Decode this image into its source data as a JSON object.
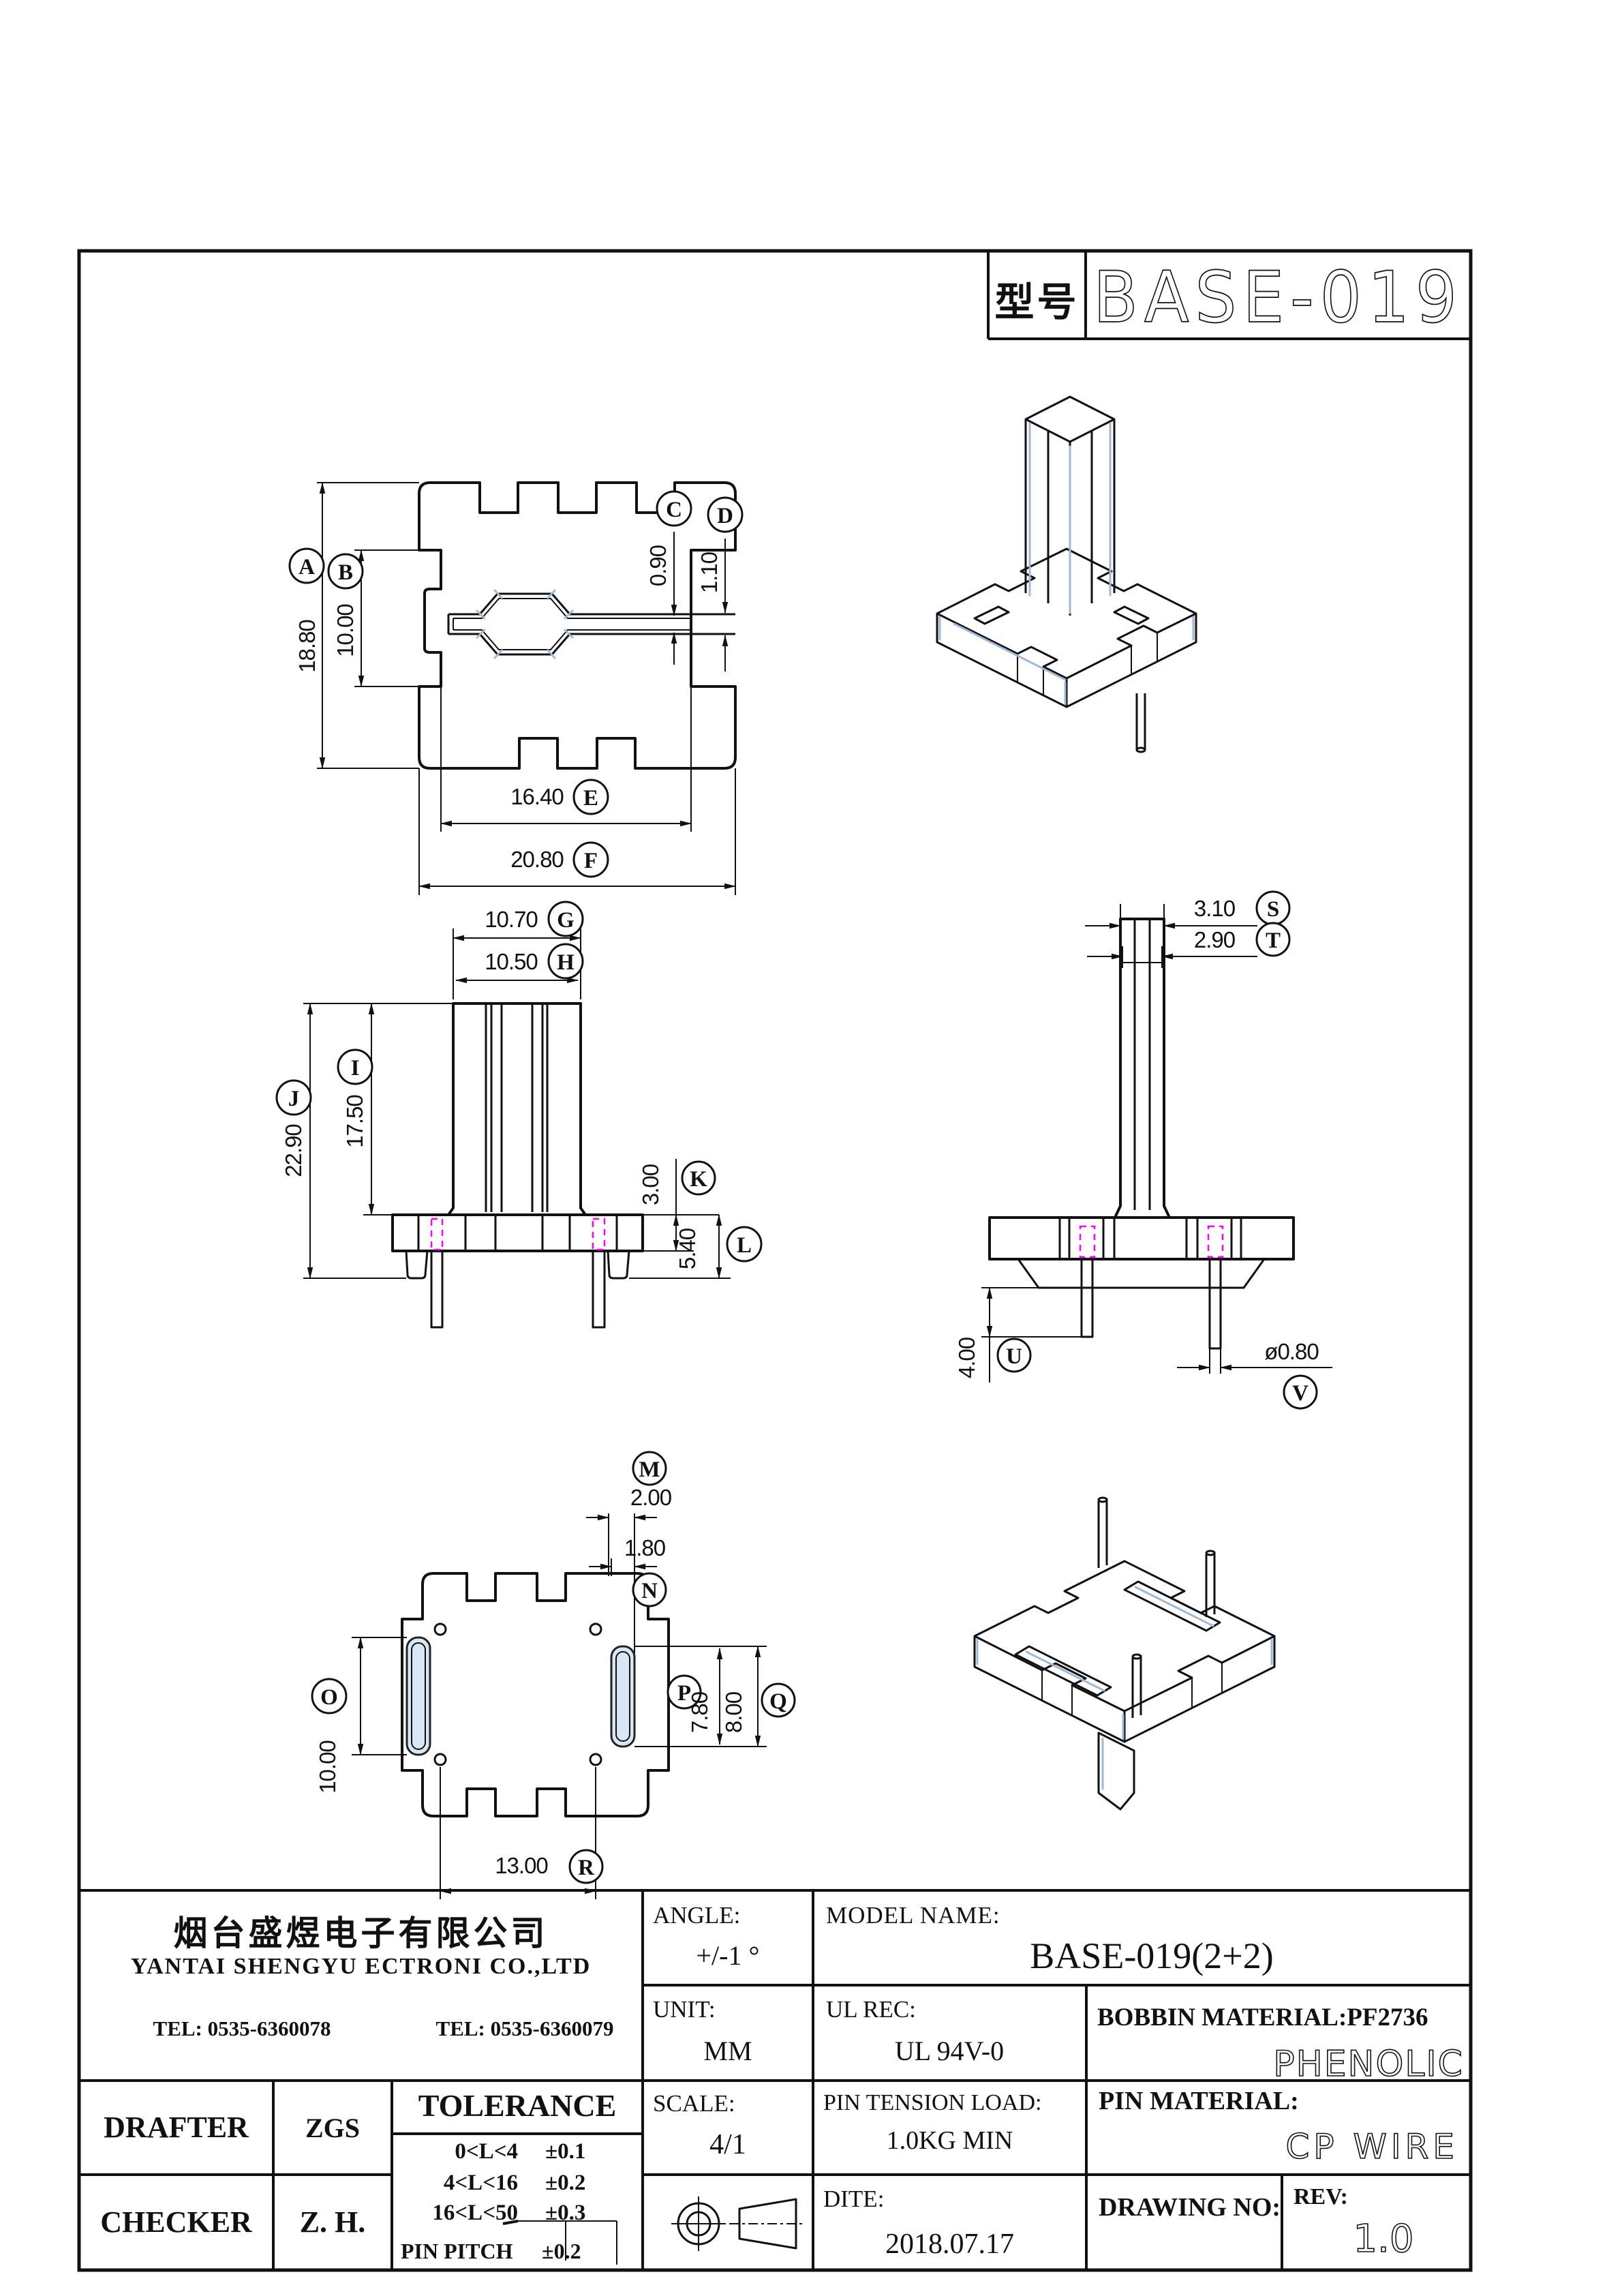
{
  "title_block": {
    "model_label": "型号",
    "model_value": "BASE-019"
  },
  "dims": {
    "A": {
      "l": "A",
      "v": "18.80"
    },
    "B": {
      "l": "B",
      "v": "10.00"
    },
    "C": {
      "l": "C",
      "v": "0.90"
    },
    "D": {
      "l": "D",
      "v": "1.10"
    },
    "E": {
      "l": "E",
      "v": "16.40"
    },
    "F": {
      "l": "F",
      "v": "20.80"
    },
    "G": {
      "l": "G",
      "v": "10.70"
    },
    "H": {
      "l": "H",
      "v": "10.50"
    },
    "I": {
      "l": "I",
      "v": "17.50"
    },
    "J": {
      "l": "J",
      "v": "22.90"
    },
    "K": {
      "l": "K",
      "v": "3.00"
    },
    "L": {
      "l": "L",
      "v": "5.40"
    },
    "M": {
      "l": "M",
      "v": "2.00"
    },
    "N": {
      "l": "N",
      "v": "1.80"
    },
    "O": {
      "l": "O",
      "v": "10.00"
    },
    "P": {
      "l": "P",
      "v": "7.80"
    },
    "Q": {
      "l": "Q",
      "v": "8.00"
    },
    "R": {
      "l": "R",
      "v": "13.00"
    },
    "S": {
      "l": "S",
      "v": "3.10"
    },
    "T": {
      "l": "T",
      "v": "2.90"
    },
    "U": {
      "l": "U",
      "v": "4.00"
    },
    "V": {
      "l": "V",
      "v": "ø0.80"
    }
  },
  "company": {
    "name_cn": "烟台盛煜电子有限公司",
    "name_en": "YANTAI SHENGYU ECTRONI CO.,LTD",
    "tel_1": "TEL: 0535-6360078",
    "tel_2": "TEL: 0535-6360079"
  },
  "fields": {
    "angle_label": "ANGLE:",
    "angle_value": "+/-1 °",
    "model_name_label": "MODEL NAME:",
    "model_name_value": "BASE-019(2+2)",
    "unit_label": "UNIT:",
    "unit_value": "MM",
    "ul_rec_label": "UL REC:",
    "ul_rec_value": "UL 94V-0",
    "bobbin_material_label": "BOBBIN MATERIAL:PF2736",
    "bobbin_material_value": "PHENOLIC",
    "scale_label": "SCALE:",
    "scale_value": "4/1",
    "pin_tension_label": "PIN TENSION LOAD:",
    "pin_tension_value": "1.0KG MIN",
    "pin_material_label": "PIN MATERIAL:",
    "pin_material_value": "CP WIRE",
    "date_label": "DITE:",
    "date_value": "2018.07.17",
    "drawing_no_label": "DRAWING NO:",
    "rev_label": "REV:",
    "rev_value": "1.0",
    "drafter_label": "DRAFTER",
    "drafter_value": "ZGS",
    "checker_label": "CHECKER",
    "checker_value": "Z. H.",
    "tolerance_title": "TOLERANCE"
  },
  "tolerance_rows": [
    {
      "range": "0<L<4",
      "tol": "±0.1"
    },
    {
      "range": "4<L<16",
      "tol": "±0.2"
    },
    {
      "range": "16<L<50",
      "tol": "±0.3"
    },
    {
      "range": "PIN PITCH",
      "tol": "±0.2"
    }
  ],
  "colors": {
    "accent_blue": "#9db8d8",
    "magenta": "#ff00ff",
    "line": "#111111"
  }
}
